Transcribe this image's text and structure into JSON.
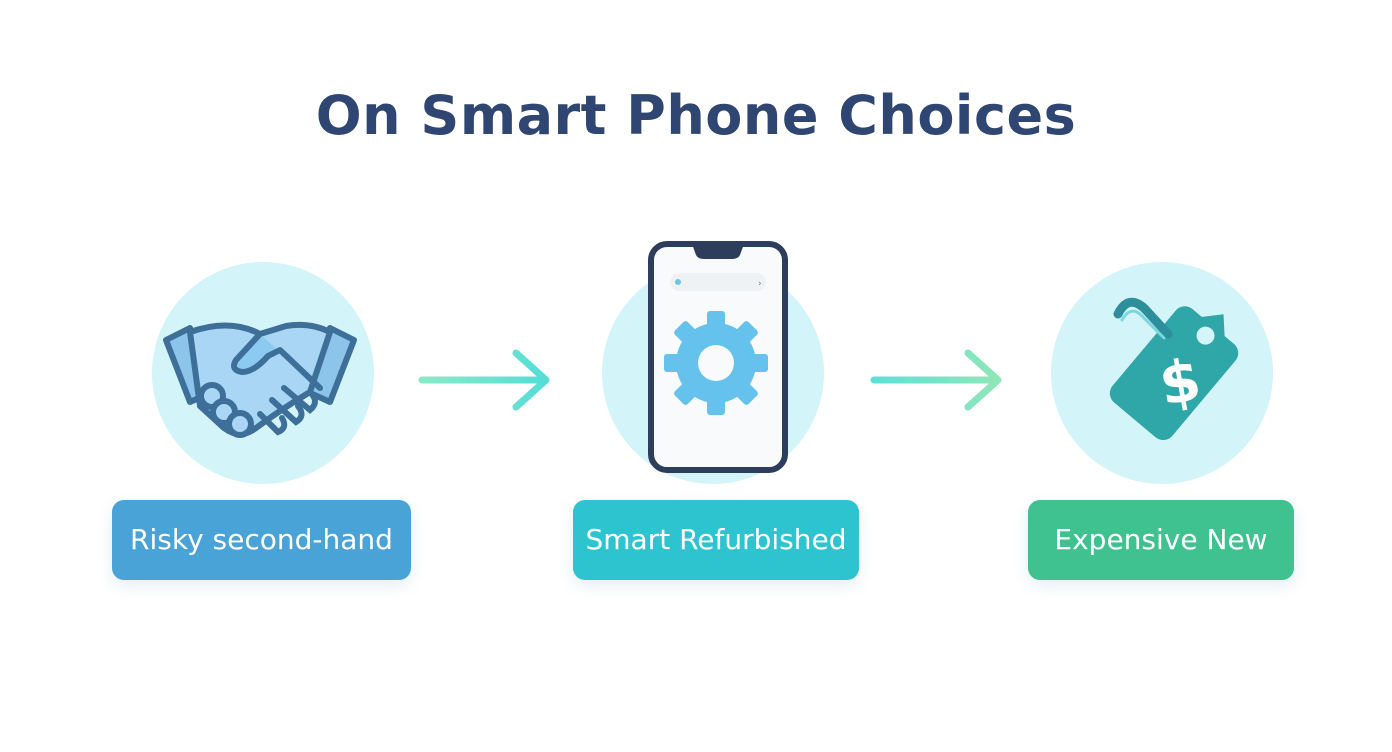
{
  "title": "On Smart Phone Choices",
  "steps": [
    {
      "label": "Risky second-hand",
      "icon": "handshake-icon",
      "color": "#4aa3d6"
    },
    {
      "label": "Smart Refurbished",
      "icon": "smartphone-gear-icon",
      "color": "#2ec4cf"
    },
    {
      "label": "Expensive New",
      "icon": "price-tag-dollar-icon",
      "color": "#3fc28f"
    }
  ],
  "colors": {
    "title": "#2f4572",
    "circle": "#d3f4f8",
    "arrow_start": "#7de8c4",
    "arrow_end": "#5ee0d6"
  }
}
